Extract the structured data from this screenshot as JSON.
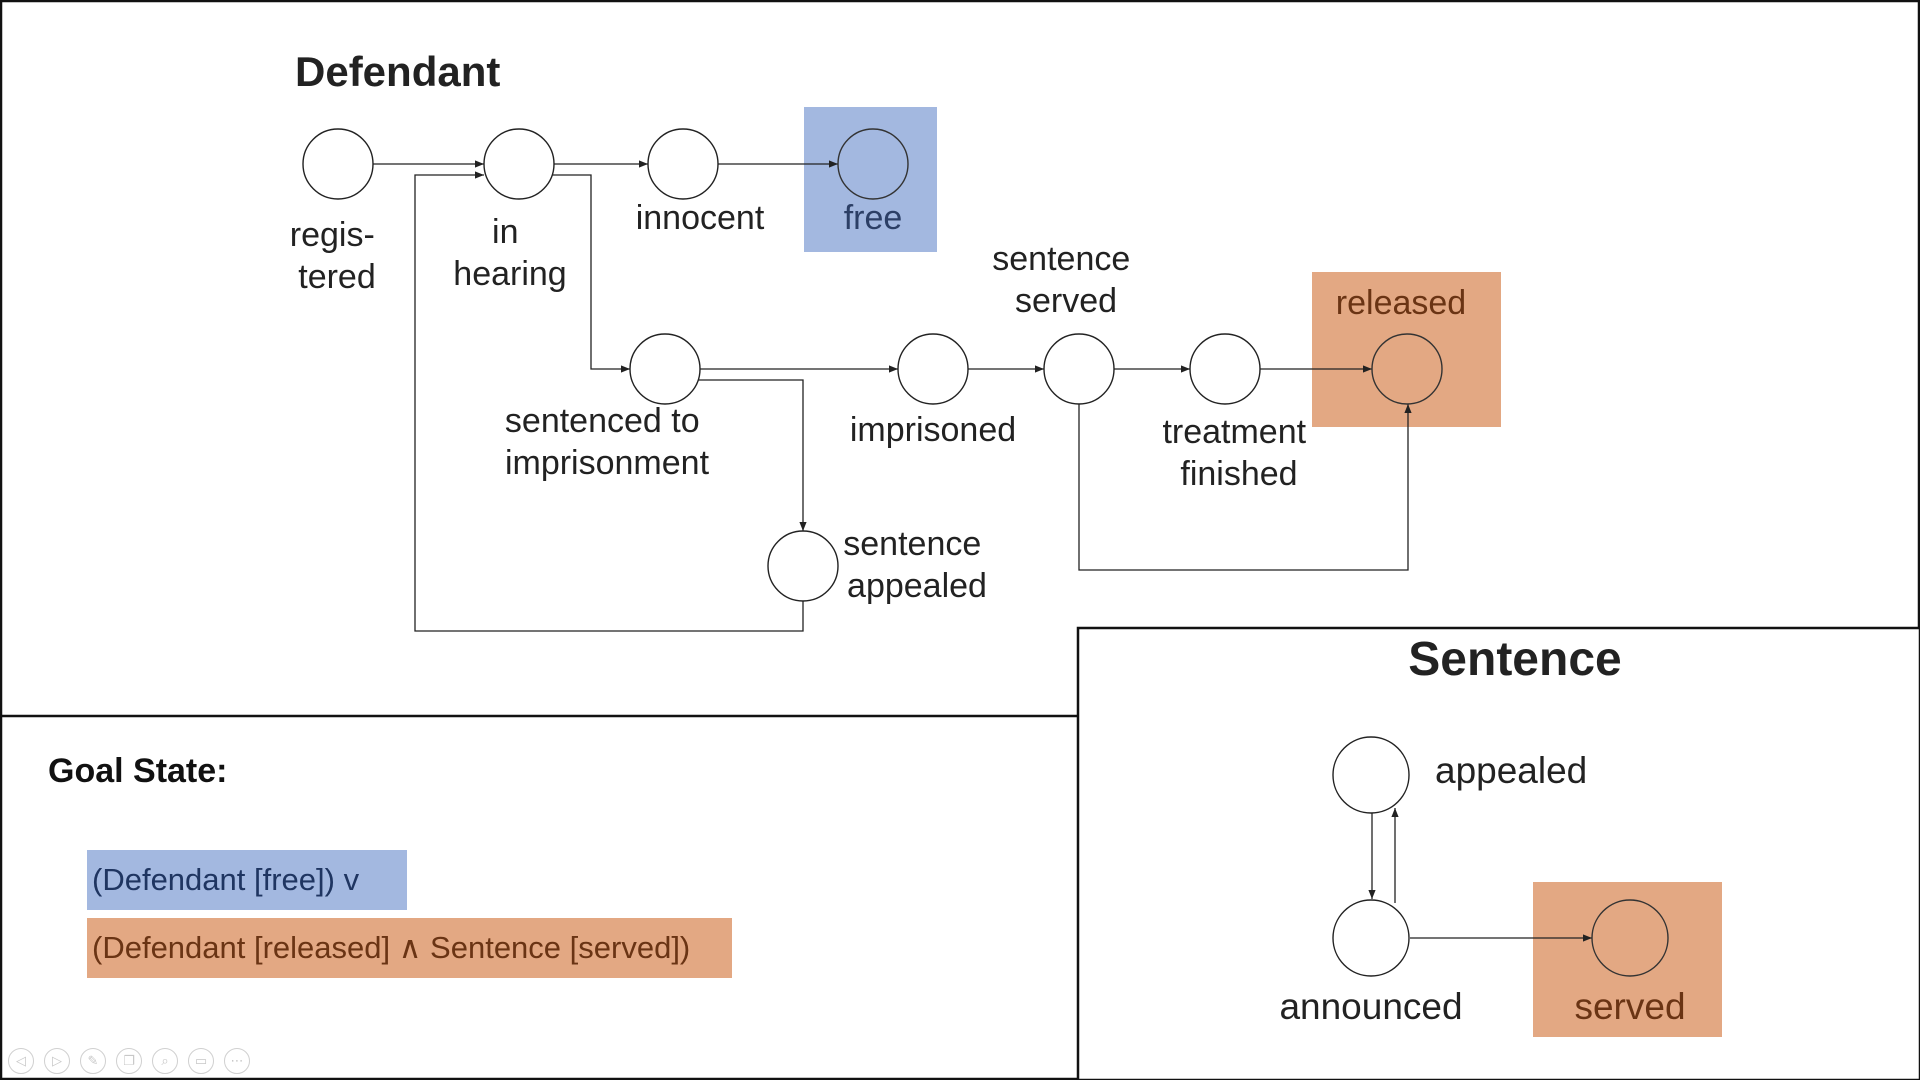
{
  "defendant": {
    "title": "Defendant",
    "states": {
      "registered": [
        "regis-",
        "tered"
      ],
      "in_hearing": [
        "in",
        "hearing"
      ],
      "innocent": [
        "innocent"
      ],
      "free": [
        "free"
      ],
      "sentenced": [
        "sentenced to",
        "imprisonment"
      ],
      "imprisoned": [
        "imprisoned"
      ],
      "sentence_served": [
        "sentence",
        "served"
      ],
      "treatment_finished": [
        "treatment",
        "finished"
      ],
      "released": [
        "released"
      ],
      "sentence_appealed": [
        "sentence",
        "appealed"
      ]
    }
  },
  "sentence": {
    "title": "Sentence",
    "states": {
      "appealed": [
        "appealed"
      ],
      "announced": [
        "announced"
      ],
      "served": [
        "served"
      ]
    }
  },
  "goal": {
    "heading": "Goal State:",
    "line1": "(Defendant [free]) v",
    "line2": "(Defendant [released] ∧ Sentence [served])"
  },
  "colors": {
    "blue_highlight": "#a3b8e0",
    "orange_highlight": "#e3a883"
  },
  "controls": [
    {
      "name": "prev-slide-icon",
      "glyph": "◁"
    },
    {
      "name": "next-slide-icon",
      "glyph": "▷"
    },
    {
      "name": "pen-icon",
      "glyph": "✎"
    },
    {
      "name": "slides-grid-icon",
      "glyph": "❐"
    },
    {
      "name": "zoom-icon",
      "glyph": "⌕"
    },
    {
      "name": "subtitles-icon",
      "glyph": "▭"
    },
    {
      "name": "more-options-icon",
      "glyph": "⋯"
    }
  ]
}
